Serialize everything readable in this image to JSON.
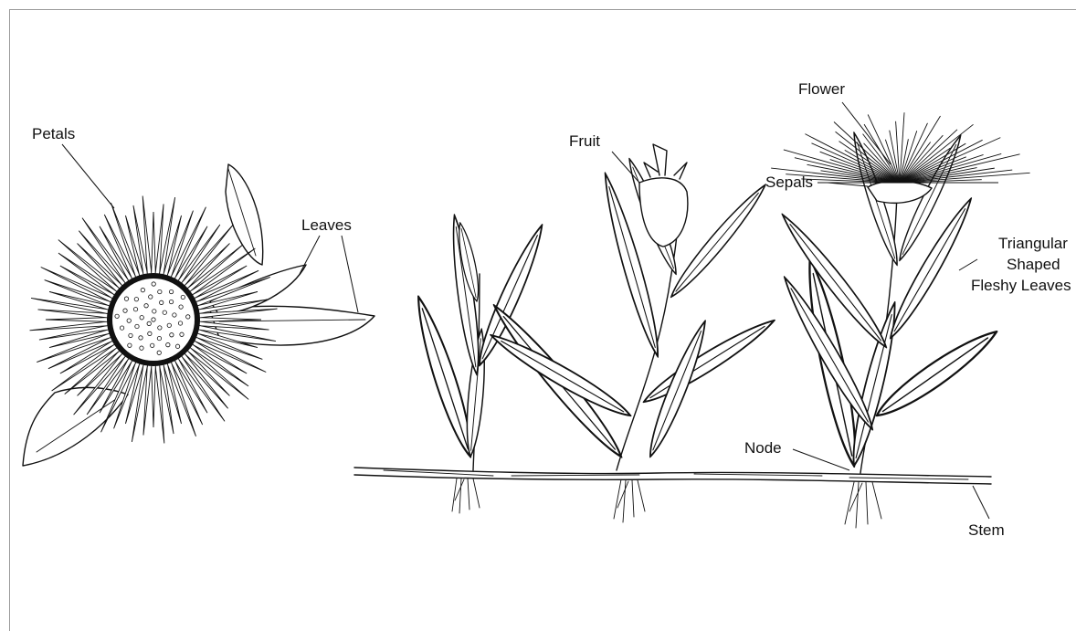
{
  "labels": {
    "petals": "Petals",
    "leaves": "Leaves",
    "fruit": "Fruit",
    "flower": "Flower",
    "sepals": "Sepals",
    "triangular_1": "Triangular",
    "triangular_2": "Shaped",
    "triangular_3": "Fleshy Leaves",
    "node": "Node",
    "stem": "Stem"
  },
  "colors": {
    "ink": "#111111",
    "frame": "#9a9a9a",
    "background": "#ffffff"
  }
}
